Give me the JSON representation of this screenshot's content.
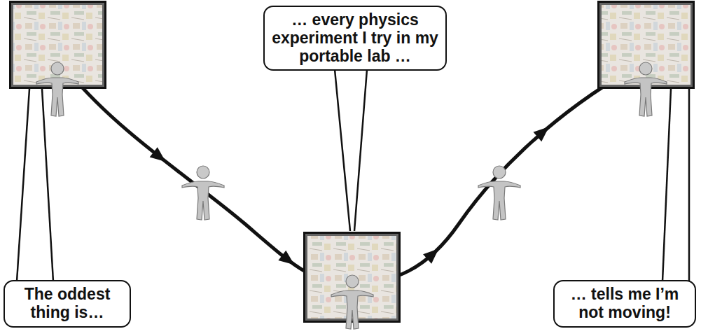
{
  "diagram": {
    "nodes": [
      {
        "text": [
          "… every physics experiment I try in my portable lab …"
        ]
      },
      {
        "text": [
          "The oddest thing is…"
        ]
      },
      {
        "text": [
          "… tells me I’m not moving!"
        ]
      }
    ]
  }
}
